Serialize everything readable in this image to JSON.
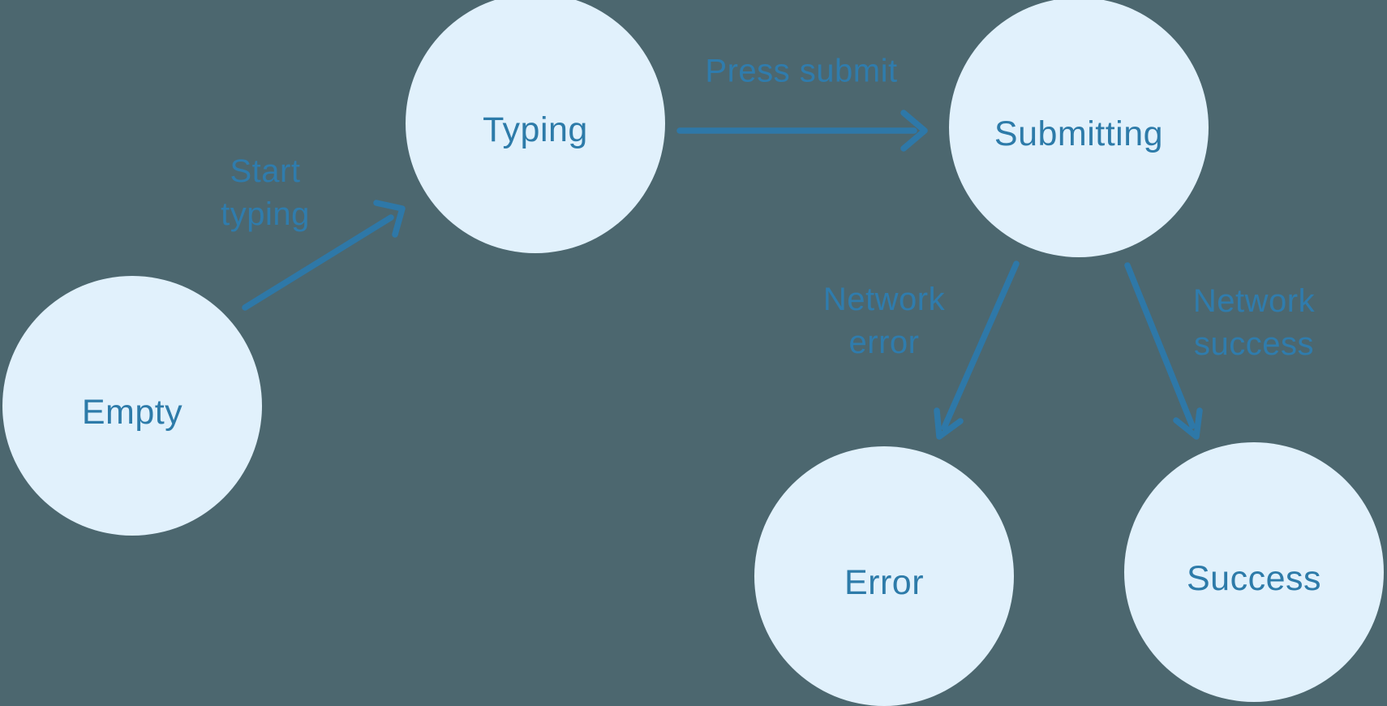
{
  "colors": {
    "background": "#4C676F",
    "node_fill": "#E1F1FC",
    "node_text": "#2D7BA9",
    "edge": "#2E78A8",
    "edge_label": "#2F7CAD"
  },
  "diagram": {
    "type": "state-machine",
    "nodes": [
      {
        "id": "empty",
        "label": "Empty"
      },
      {
        "id": "typing",
        "label": "Typing"
      },
      {
        "id": "submitting",
        "label": "Submitting"
      },
      {
        "id": "error",
        "label": "Error"
      },
      {
        "id": "success",
        "label": "Success"
      }
    ],
    "edges": [
      {
        "from": "empty",
        "to": "typing",
        "label": "Start typing",
        "label_lines": [
          "Start",
          "typing"
        ]
      },
      {
        "from": "typing",
        "to": "submitting",
        "label": "Press submit",
        "label_lines": [
          "Press submit"
        ]
      },
      {
        "from": "submitting",
        "to": "error",
        "label": "Network error",
        "label_lines": [
          "Network",
          "error"
        ]
      },
      {
        "from": "submitting",
        "to": "success",
        "label": "Network success",
        "label_lines": [
          "Network",
          "success"
        ]
      }
    ]
  }
}
